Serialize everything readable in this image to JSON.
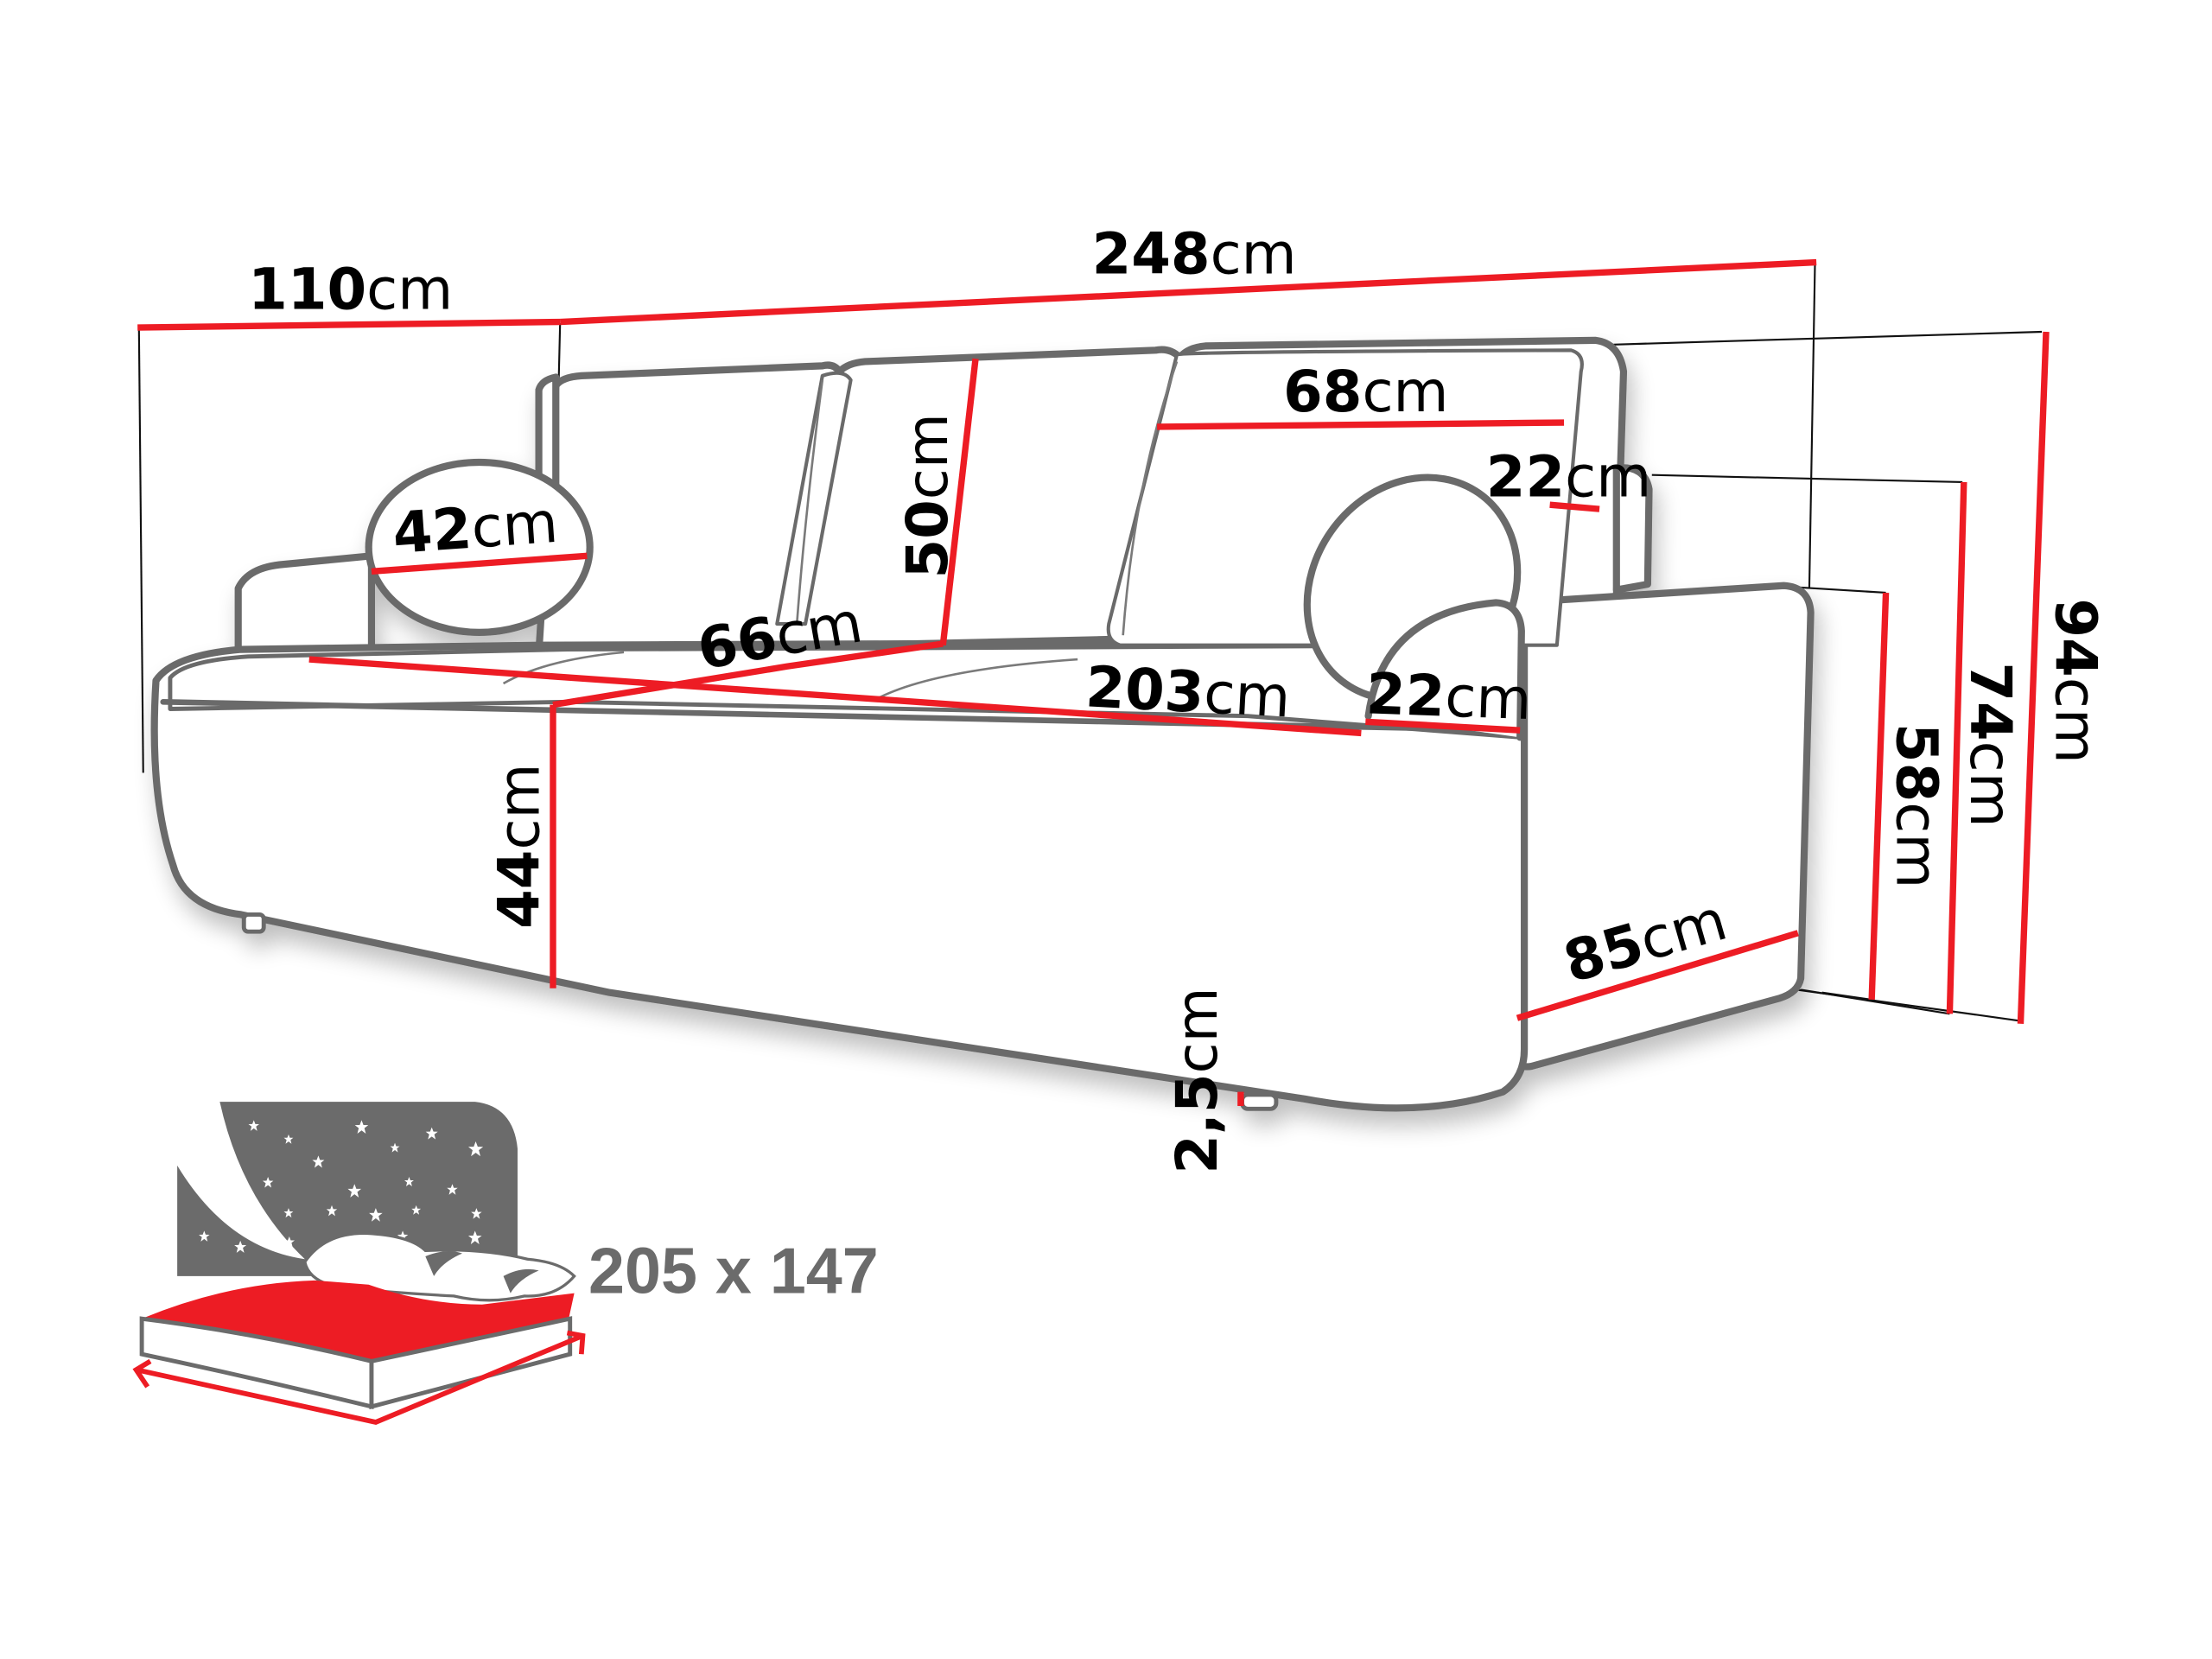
{
  "diagram": {
    "subject": "Three-seat sofa bed dimension drawing",
    "colors": {
      "dimension_line": "#ed1c24",
      "outline": "#6b6b6b",
      "guide_line": "#111111",
      "text": "#000000",
      "pictogram_gray": "#6b6b6b",
      "pictogram_red": "#ed1c24"
    },
    "unit": "cm",
    "dimensions": {
      "overall_width": {
        "value": "248",
        "unit": "cm",
        "label": "248cm"
      },
      "depth": {
        "value": "110",
        "unit": "cm",
        "label": "110cm"
      },
      "pillow_diameter": {
        "value": "42",
        "unit": "cm"
      },
      "backrest_cushion_height": {
        "value": "50",
        "unit": "cm"
      },
      "backrest_cushion_width": {
        "value": "68",
        "unit": "cm"
      },
      "backrest_thickness": {
        "value": "22",
        "unit": "cm"
      },
      "seat_depth": {
        "value": "66",
        "unit": "cm"
      },
      "seat_width": {
        "value": "203",
        "unit": "cm"
      },
      "armrest_width": {
        "value": "22",
        "unit": "cm"
      },
      "seat_height": {
        "value": "44",
        "unit": "cm"
      },
      "leg_height": {
        "value": "2,5",
        "unit": "cm"
      },
      "armrest_depth": {
        "value": "85",
        "unit": "cm"
      },
      "armrest_height": {
        "value": "58",
        "unit": "cm"
      },
      "backrest_frame_height": {
        "value": "74",
        "unit": "cm"
      },
      "overall_height": {
        "value": "94",
        "unit": "cm"
      }
    },
    "sleeping_area": {
      "icon": "bed-with-pillows-night-sky-icon",
      "label": "205 x 147"
    }
  }
}
